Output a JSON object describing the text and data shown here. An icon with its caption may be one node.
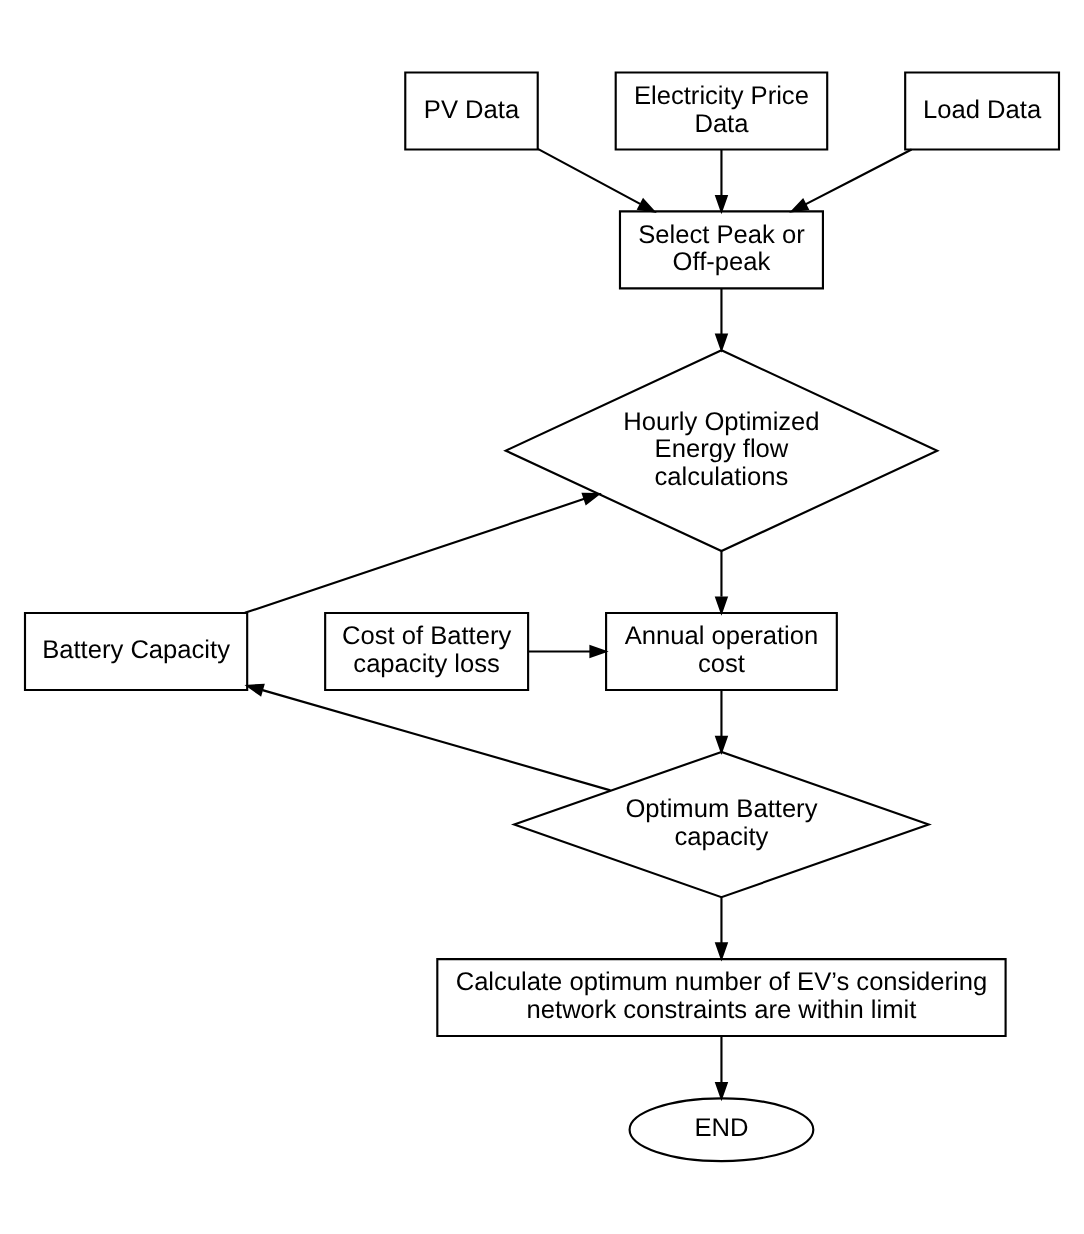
{
  "diagram": {
    "nodes": [
      {
        "text": [
          "PV Data"
        ]
      },
      {
        "text": [
          "Electricity Price Data"
        ]
      },
      {
        "text": [
          "Load Data"
        ]
      },
      {
        "text": [
          "Select Peak or Off-peak"
        ]
      },
      {
        "text": [
          "Hourly Optimized Energy flow calculations"
        ]
      },
      {
        "text": [
          "Cost of Battery capacity loss"
        ]
      },
      {
        "text": [
          "Annual operation cost"
        ]
      },
      {
        "text": [
          "Battery Capacity"
        ]
      },
      {
        "text": [
          "Optimum Battery capacity"
        ]
      },
      {
        "text": [
          "Calculate optimum number of EV’s considering network constraints are within limit"
        ]
      },
      {
        "text": [
          "END"
        ]
      }
    ],
    "edges": [
      {
        "from": 0,
        "to": 3,
        "arrow": "to"
      },
      {
        "from": 1,
        "to": 3,
        "arrow": "to"
      },
      {
        "from": 2,
        "to": 3,
        "arrow": "to"
      },
      {
        "from": 3,
        "to": 4,
        "arrow": "to"
      },
      {
        "from": 4,
        "to": 6,
        "arrow": "to"
      },
      {
        "from": 5,
        "to": 6,
        "arrow": "to"
      },
      {
        "from": 6,
        "to": 8,
        "arrow": "to"
      },
      {
        "from": 8,
        "to": 7,
        "arrow": "to"
      },
      {
        "from": 7,
        "to": 4,
        "arrow": "to"
      },
      {
        "from": 8,
        "to": 9,
        "arrow": "to"
      },
      {
        "from": 9,
        "to": 10,
        "arrow": "to"
      }
    ]
  }
}
